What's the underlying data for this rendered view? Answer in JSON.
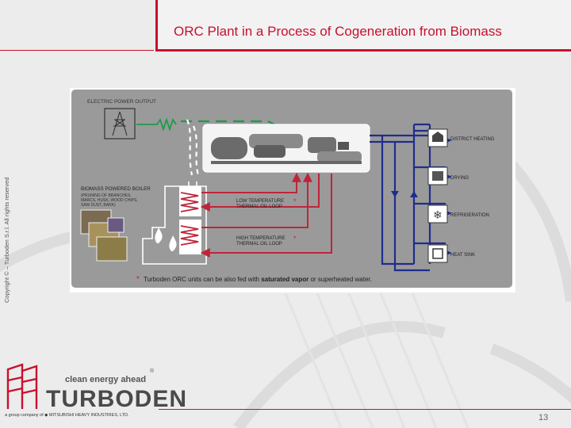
{
  "slide": {
    "title": "ORC Plant in a Process of Cogeneration from Biomass",
    "copyright": "Copyright © – Turboden S.r.l. All rights reserved",
    "page_number": "13"
  },
  "diagram": {
    "electric_power_output": "ELECTRIC POWER OUTPUT",
    "boiler_title": "BIOMASS POWERED BOILER",
    "boiler_details": [
      "(PRUNING OF BRANCHES,",
      "MARCS, HUSK, WOOD CHIPS,",
      "SAW DUST, BARK)"
    ],
    "low_loop": [
      "LOW TEMPERATURE",
      "THERMAL OIL LOOP"
    ],
    "high_loop": [
      "HIGH TEMPERATURE",
      "THERMAL OIL LOOP"
    ],
    "asterisk": "*",
    "users": [
      "DISTRICT HEATING",
      "DRYING",
      "REFRIGERATION",
      "HEAT SINK"
    ],
    "footnote_prefix": "Turboden ORC units can be also fed with ",
    "footnote_bold": "saturated vapor",
    "footnote_suffix": " or superheated water."
  },
  "logo": {
    "tagline": "clean energy ahead",
    "brand": "TURBODEN",
    "registered": "®",
    "group_text": "a group company of ◆ MITSUBISHI HEAVY INDUSTRIES, LTD."
  },
  "colors": {
    "accent_red": "#c8102e",
    "loop_red": "#c0243a",
    "loop_blue": "#1f2c8f",
    "power_green": "#1e9a4a",
    "panel_gray": "#9a9a9a"
  }
}
